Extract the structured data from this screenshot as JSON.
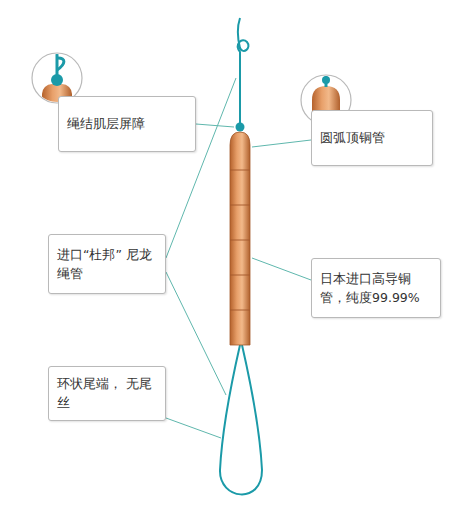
{
  "diagram": {
    "nodes": [
      {
        "text": [
          "绳结肌层屏障"
        ]
      },
      {
        "text": [
          "圆弧顶铜管"
        ]
      },
      {
        "text": [
          "进口“杜邦” 尼龙绳管"
        ]
      },
      {
        "text": [
          "日本进口高导铜管，纯度99.99%"
        ]
      },
      {
        "text": [
          "环状尾端， 无尾丝"
        ]
      }
    ]
  }
}
